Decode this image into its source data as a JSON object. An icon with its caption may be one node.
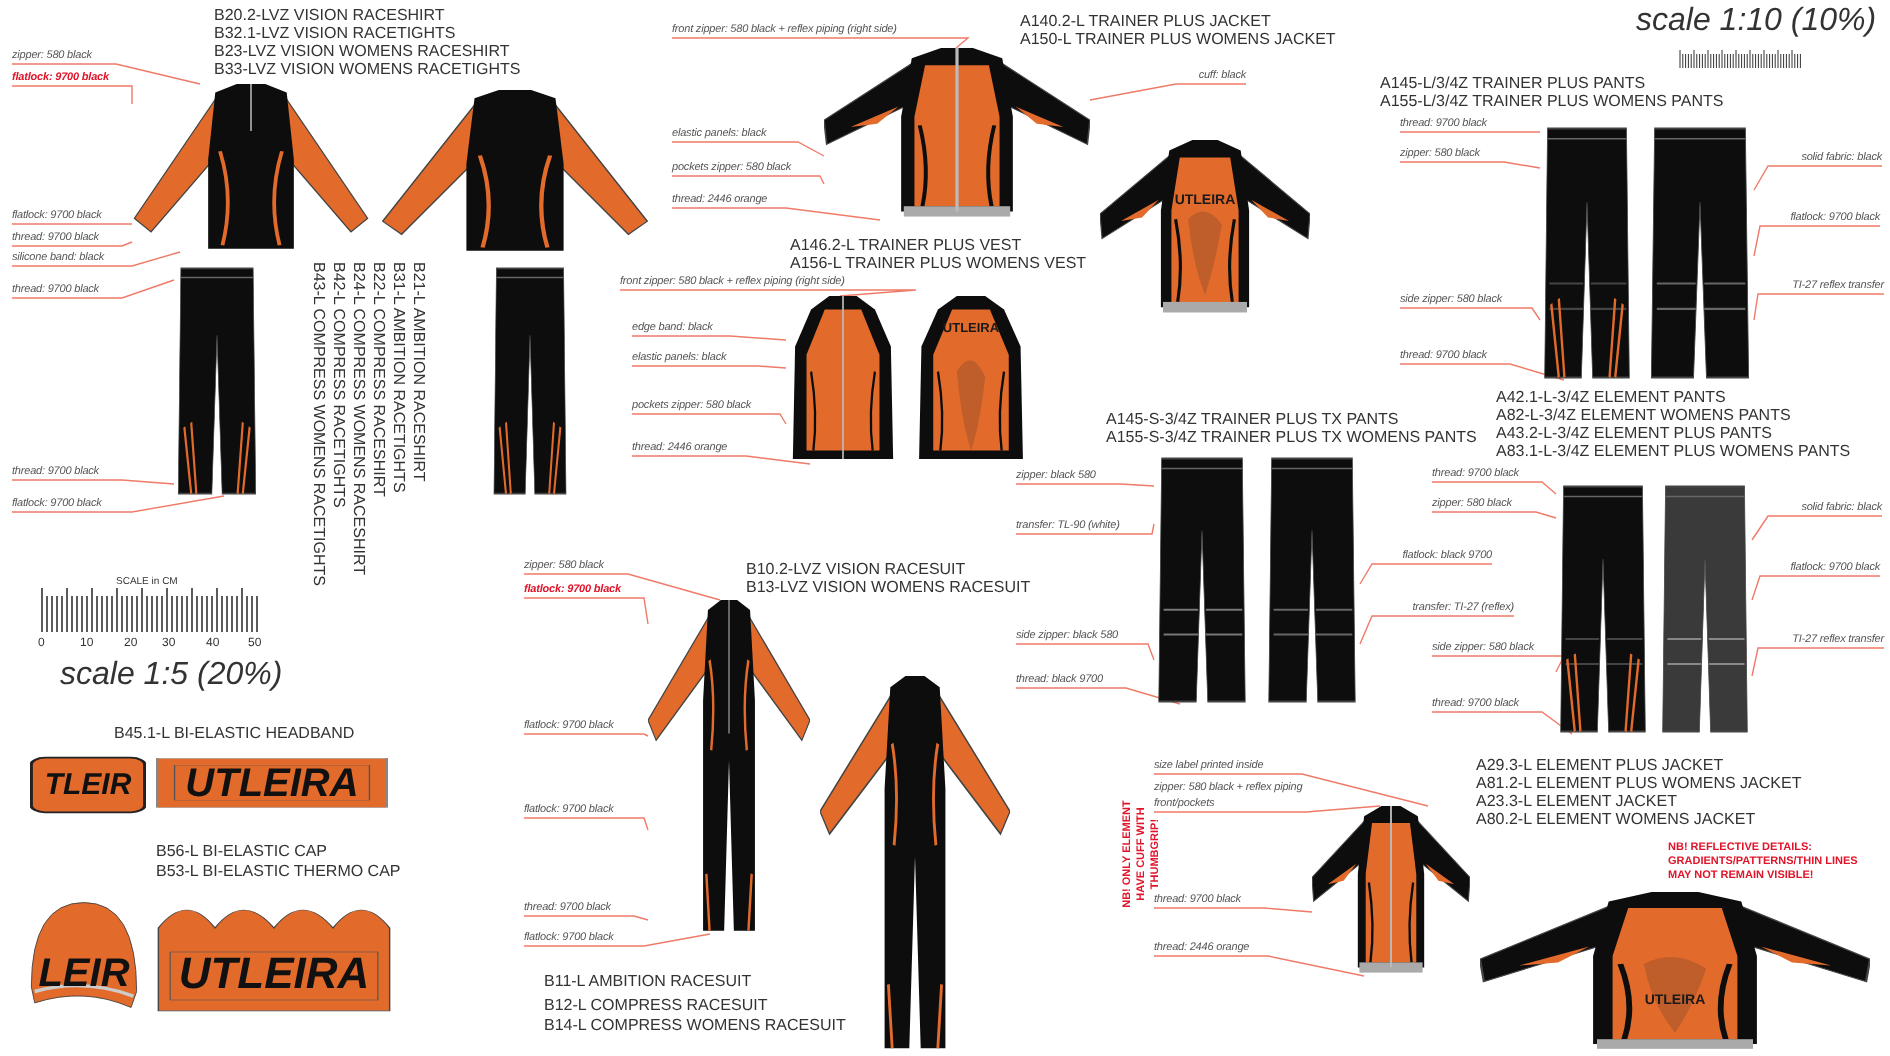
{
  "diagram": {
    "nodes": [
      {
        "text": [],
        "shape": "picture"
      },
      {
        "text": [],
        "shape": "picture"
      },
      {
        "text": [],
        "shape": "picture"
      },
      {
        "text": [],
        "shape": "picture"
      },
      {
        "text": [
          "zipper: 580 black"
        ]
      },
      {
        "text": [
          "flatlock: 9700 black"
        ]
      },
      {
        "text": [
          "flatlock: 9700 black"
        ]
      },
      {
        "text": [
          "thread: 9700 black"
        ]
      },
      {
        "text": [
          "silicone band: black"
        ]
      },
      {
        "text": [
          "thread: 9700 black"
        ]
      },
      {
        "text": [
          "thread: 9700 black"
        ]
      },
      {
        "text": [
          "flatlock: 9700 black"
        ]
      },
      {
        "text": [],
        "shape": "picture"
      },
      {
        "text": [
          "UTLEIRA"
        ]
      },
      {
        "text": [
          "front zipper: 580 black + reflex piping (right side)"
        ]
      },
      {
        "text": [
          "elastic panels: black"
        ]
      },
      {
        "text": [
          "pockets zipper: 580 black"
        ]
      },
      {
        "text": [
          "thread: 2446 orange"
        ]
      },
      {
        "text": [
          "cuff: black"
        ]
      },
      {
        "text": [],
        "shape": "picture"
      },
      {
        "text": [
          "UTLEIRA"
        ]
      },
      {
        "text": [
          "front zipper: 580 black + reflex piping (right side)"
        ]
      },
      {
        "text": [
          "edge band: black"
        ]
      },
      {
        "text": [
          "elastic panels: black"
        ]
      },
      {
        "text": [
          "pockets zipper: 580 black"
        ]
      },
      {
        "text": [
          "thread: 2446 orange"
        ]
      },
      {
        "text": [],
        "shape": "picture"
      },
      {
        "text": [],
        "shape": "picture"
      },
      {
        "text": [
          "zipper: black 580"
        ]
      },
      {
        "text": [
          "transfer: TL-90 (white)"
        ]
      },
      {
        "text": [
          "side zipper: black 580"
        ]
      },
      {
        "text": [
          "thread: black 9700"
        ]
      },
      {
        "text": [
          "flatlock: black 9700"
        ]
      },
      {
        "text": [
          "transfer: TI-27 (reflex)"
        ]
      },
      {
        "text": [],
        "shape": "picture"
      },
      {
        "text": [],
        "shape": "picture"
      },
      {
        "text": [
          "thread: 9700 black"
        ]
      },
      {
        "text": [
          "zipper: 580 black"
        ]
      },
      {
        "text": [
          "side zipper: 580 black"
        ]
      },
      {
        "text": [
          "thread: 9700 black"
        ]
      },
      {
        "text": [
          "solid fabric: black"
        ]
      },
      {
        "text": [
          "flatlock: 9700 black"
        ]
      },
      {
        "text": [
          "TI-27 reflex transfer"
        ]
      },
      {
        "text": [],
        "shape": "picture"
      },
      {
        "text": [],
        "shape": "picture"
      },
      {
        "text": [
          "thread: 9700 black"
        ]
      },
      {
        "text": [
          "zipper: 580 black"
        ]
      },
      {
        "text": [
          "side zipper: 580 black"
        ]
      },
      {
        "text": [
          "thread: 9700 black"
        ]
      },
      {
        "text": [
          "solid fabric: black"
        ]
      },
      {
        "text": [
          "flatlock: 9700 black"
        ]
      },
      {
        "text": [
          "TI-27 reflex transfer"
        ]
      },
      {
        "text": [
          "TLEIR"
        ]
      },
      {
        "text": [
          "UTLEIRA"
        ]
      },
      {
        "text": [
          "LEIR"
        ]
      },
      {
        "text": [
          "UTLEIRA"
        ]
      },
      {
        "text": [],
        "shape": "picture"
      },
      {
        "text": [],
        "shape": "picture"
      },
      {
        "text": [
          "zipper: 580 black"
        ]
      },
      {
        "text": [
          "flatlock: 9700 black"
        ]
      },
      {
        "text": [
          "flatlock: 9700 black"
        ]
      },
      {
        "text": [
          "flatlock: 9700 black"
        ]
      },
      {
        "text": [
          "thread: 9700 black"
        ]
      },
      {
        "text": [
          "flatlock: 9700 black"
        ]
      },
      {
        "text": [],
        "shape": "picture"
      },
      {
        "text": [
          "UTLEIRA"
        ]
      },
      {
        "text": [
          "size label printed inside"
        ]
      },
      {
        "text": [
          "zipper: 580 black + reflex piping front/pockets"
        ]
      },
      {
        "text": [
          "thread: 9700 black"
        ]
      },
      {
        "text": [
          "thread: 2446 orange"
        ]
      }
    ],
    "edges": [
      {
        "from": 4,
        "to": 0,
        "arrow": "none"
      },
      {
        "from": 5,
        "to": 0,
        "arrow": "none"
      },
      {
        "from": 6,
        "to": 0,
        "arrow": "none"
      },
      {
        "from": 7,
        "to": 0,
        "arrow": "none"
      },
      {
        "from": 8,
        "to": 0,
        "arrow": "none"
      },
      {
        "from": 9,
        "to": 2,
        "arrow": "none"
      },
      {
        "from": 10,
        "to": 2,
        "arrow": "none"
      },
      {
        "from": 11,
        "to": 2,
        "arrow": "none"
      },
      {
        "from": 14,
        "to": 12,
        "arrow": "none"
      },
      {
        "from": 15,
        "to": 12,
        "arrow": "none"
      },
      {
        "from": 16,
        "to": 12,
        "arrow": "none"
      },
      {
        "from": 17,
        "to": 12,
        "arrow": "none"
      },
      {
        "from": 18,
        "to": 12,
        "arrow": "none"
      },
      {
        "from": 21,
        "to": 19,
        "arrow": "none"
      },
      {
        "from": 22,
        "to": 19,
        "arrow": "none"
      },
      {
        "from": 23,
        "to": 19,
        "arrow": "none"
      },
      {
        "from": 24,
        "to": 19,
        "arrow": "none"
      },
      {
        "from": 25,
        "to": 19,
        "arrow": "none"
      },
      {
        "from": 28,
        "to": 26,
        "arrow": "none"
      },
      {
        "from": 29,
        "to": 26,
        "arrow": "none"
      },
      {
        "from": 30,
        "to": 26,
        "arrow": "none"
      },
      {
        "from": 31,
        "to": 26,
        "arrow": "none"
      },
      {
        "from": 32,
        "to": 27,
        "arrow": "none"
      },
      {
        "from": 33,
        "to": 27,
        "arrow": "none"
      },
      {
        "from": 36,
        "to": 34,
        "arrow": "none"
      },
      {
        "from": 37,
        "to": 34,
        "arrow": "none"
      },
      {
        "from": 38,
        "to": 34,
        "arrow": "none"
      },
      {
        "from": 39,
        "to": 34,
        "arrow": "none"
      },
      {
        "from": 40,
        "to": 35,
        "arrow": "none"
      },
      {
        "from": 41,
        "to": 35,
        "arrow": "none"
      },
      {
        "from": 42,
        "to": 35,
        "arrow": "none"
      },
      {
        "from": 45,
        "to": 43,
        "arrow": "none"
      },
      {
        "from": 46,
        "to": 43,
        "arrow": "none"
      },
      {
        "from": 47,
        "to": 43,
        "arrow": "none"
      },
      {
        "from": 48,
        "to": 43,
        "arrow": "none"
      },
      {
        "from": 49,
        "to": 44,
        "arrow": "none"
      },
      {
        "from": 50,
        "to": 44,
        "arrow": "none"
      },
      {
        "from": 51,
        "to": 44,
        "arrow": "none"
      },
      {
        "from": 58,
        "to": 56,
        "arrow": "none"
      },
      {
        "from": 59,
        "to": 56,
        "arrow": "none"
      },
      {
        "from": 60,
        "to": 56,
        "arrow": "none"
      },
      {
        "from": 61,
        "to": 56,
        "arrow": "none"
      },
      {
        "from": 62,
        "to": 56,
        "arrow": "none"
      },
      {
        "from": 63,
        "to": 56,
        "arrow": "none"
      },
      {
        "from": 66,
        "to": 64,
        "arrow": "none"
      },
      {
        "from": 67,
        "to": 64,
        "arrow": "none"
      },
      {
        "from": 68,
        "to": 64,
        "arrow": "none"
      },
      {
        "from": 69,
        "to": 64,
        "arrow": "none"
      }
    ],
    "labels": [
      "B20.2-LVZ VISION RACESHIRT",
      "B32.1-LVZ VISION RACETIGHTS",
      "B23-LVZ VISION WOMENS RACESHIRT",
      "B33-LVZ VISION WOMENS RACETIGHTS",
      "scale 1:10 (10%)",
      "A140.2-L TRAINER PLUS JACKET",
      "A150-L TRAINER PLUS WOMENS JACKET",
      "A145-L/3/4Z TRAINER PLUS PANTS",
      "A155-L/3/4Z TRAINER PLUS WOMENS PANTS",
      "B21-L AMBITION RACESHIRT",
      "B31-L AMBITION RACETIGHTS",
      "B22-L COMPRESS RACESHIRT",
      "B24-L COMPRESS WOMENS RACESHIRT",
      "B42-L COMPRESS RACETIGHTS",
      "B43-L COMPRESS WOMENS RACETIGHTS",
      "A146.2-L TRAINER PLUS VEST",
      "A156-L TRAINER PLUS WOMENS VEST",
      "A145-S-3/4Z TRAINER PLUS TX PANTS",
      "A155-S-3/4Z TRAINER PLUS TX WOMENS PANTS",
      "A42.1-L-3/4Z ELEMENT PANTS",
      "A82-L-3/4Z ELEMENT WOMENS PANTS",
      "A43.2-L-3/4Z ELEMENT PLUS PANTS",
      "A83.1-L-3/4Z ELEMENT PLUS WOMENS PANTS",
      "SCALE in CM",
      "0",
      "10",
      "20",
      "30",
      "40",
      "50",
      "scale 1:5 (20%)",
      "B10.2-LVZ VISION RACESUIT",
      "B13-LVZ VISION WOMENS RACESUIT",
      "B45.1-L BI-ELASTIC HEADBAND",
      "B56-L BI-ELASTIC CAP",
      "B53-L BI-ELASTIC THERMO CAP",
      "NB! ONLY ELEMENT HAVE CUFF WITH THUMBGRIP!",
      "A29.3-L ELEMENT PLUS JACKET",
      "A81.2-L ELEMENT PLUS WOMENS JACKET",
      "A23.3-L ELEMENT JACKET",
      "A80.2-L ELEMENT WOMENS JACKET",
      "NB! REFLECTIVE DETAILS: GRADIENTS/PATTERNS/THIN LINES MAY NOT REMAIN VISIBLE!",
      "B11-L AMBITION RACESUIT",
      "B12-L COMPRESS RACESUIT",
      "B14-L COMPRESS WOMENS RACESUIT"
    ]
  }
}
